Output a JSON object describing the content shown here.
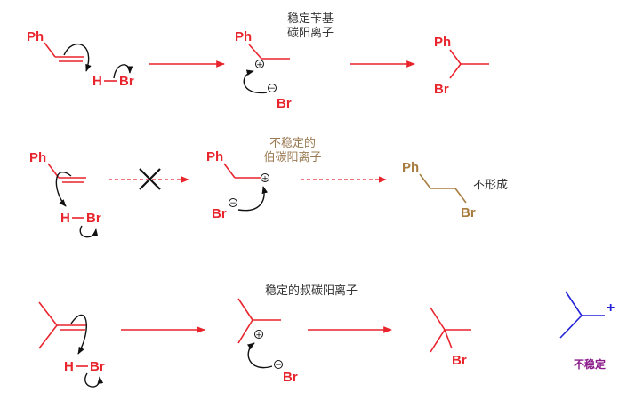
{
  "colors": {
    "red": "#e8242c",
    "brown": "#a87c3e",
    "gray_note": "#9a7a52",
    "blue": "#2323d9",
    "purple": "#8a1a8a",
    "black": "#111111"
  },
  "row1": {
    "reactant_ph": "Ph",
    "h": "H",
    "br": "Br",
    "intermediate_ph": "Ph",
    "plus": "+",
    "minus": "−",
    "bromide": "Br",
    "note_line1": "稳定苄基",
    "note_line2": "碳阳离子",
    "product_ph": "Ph",
    "product_br": "Br"
  },
  "row2": {
    "reactant_ph": "Ph",
    "h": "H",
    "br": "Br",
    "cross": "✕",
    "intermediate_ph": "Ph",
    "plus": "+",
    "minus": "−",
    "bromide": "Br",
    "note_line1": "不稳定的",
    "note_line2": "伯碳阳离子",
    "product_ph": "Ph",
    "product_br": "Br",
    "not_formed": "不形成"
  },
  "row3": {
    "h": "H",
    "br": "Br",
    "plus": "+",
    "minus": "−",
    "bromide": "Br",
    "note": "稳定的叔碳阳离子",
    "product_br": "Br",
    "side_plus": "+",
    "side_label": "不稳定"
  }
}
